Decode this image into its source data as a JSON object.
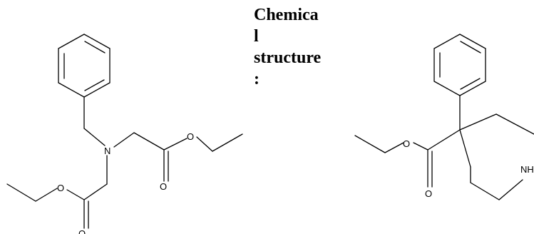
{
  "heading": {
    "lines": [
      "Chemica",
      "l",
      "structure",
      ":"
    ]
  },
  "molecule_left": {
    "atoms": {
      "n": "N",
      "o1": "O",
      "o2": "O",
      "o3": "O",
      "o4": "O"
    }
  },
  "molecule_right": {
    "atoms": {
      "o1": "O",
      "o2": "O",
      "nh": "NH"
    }
  }
}
